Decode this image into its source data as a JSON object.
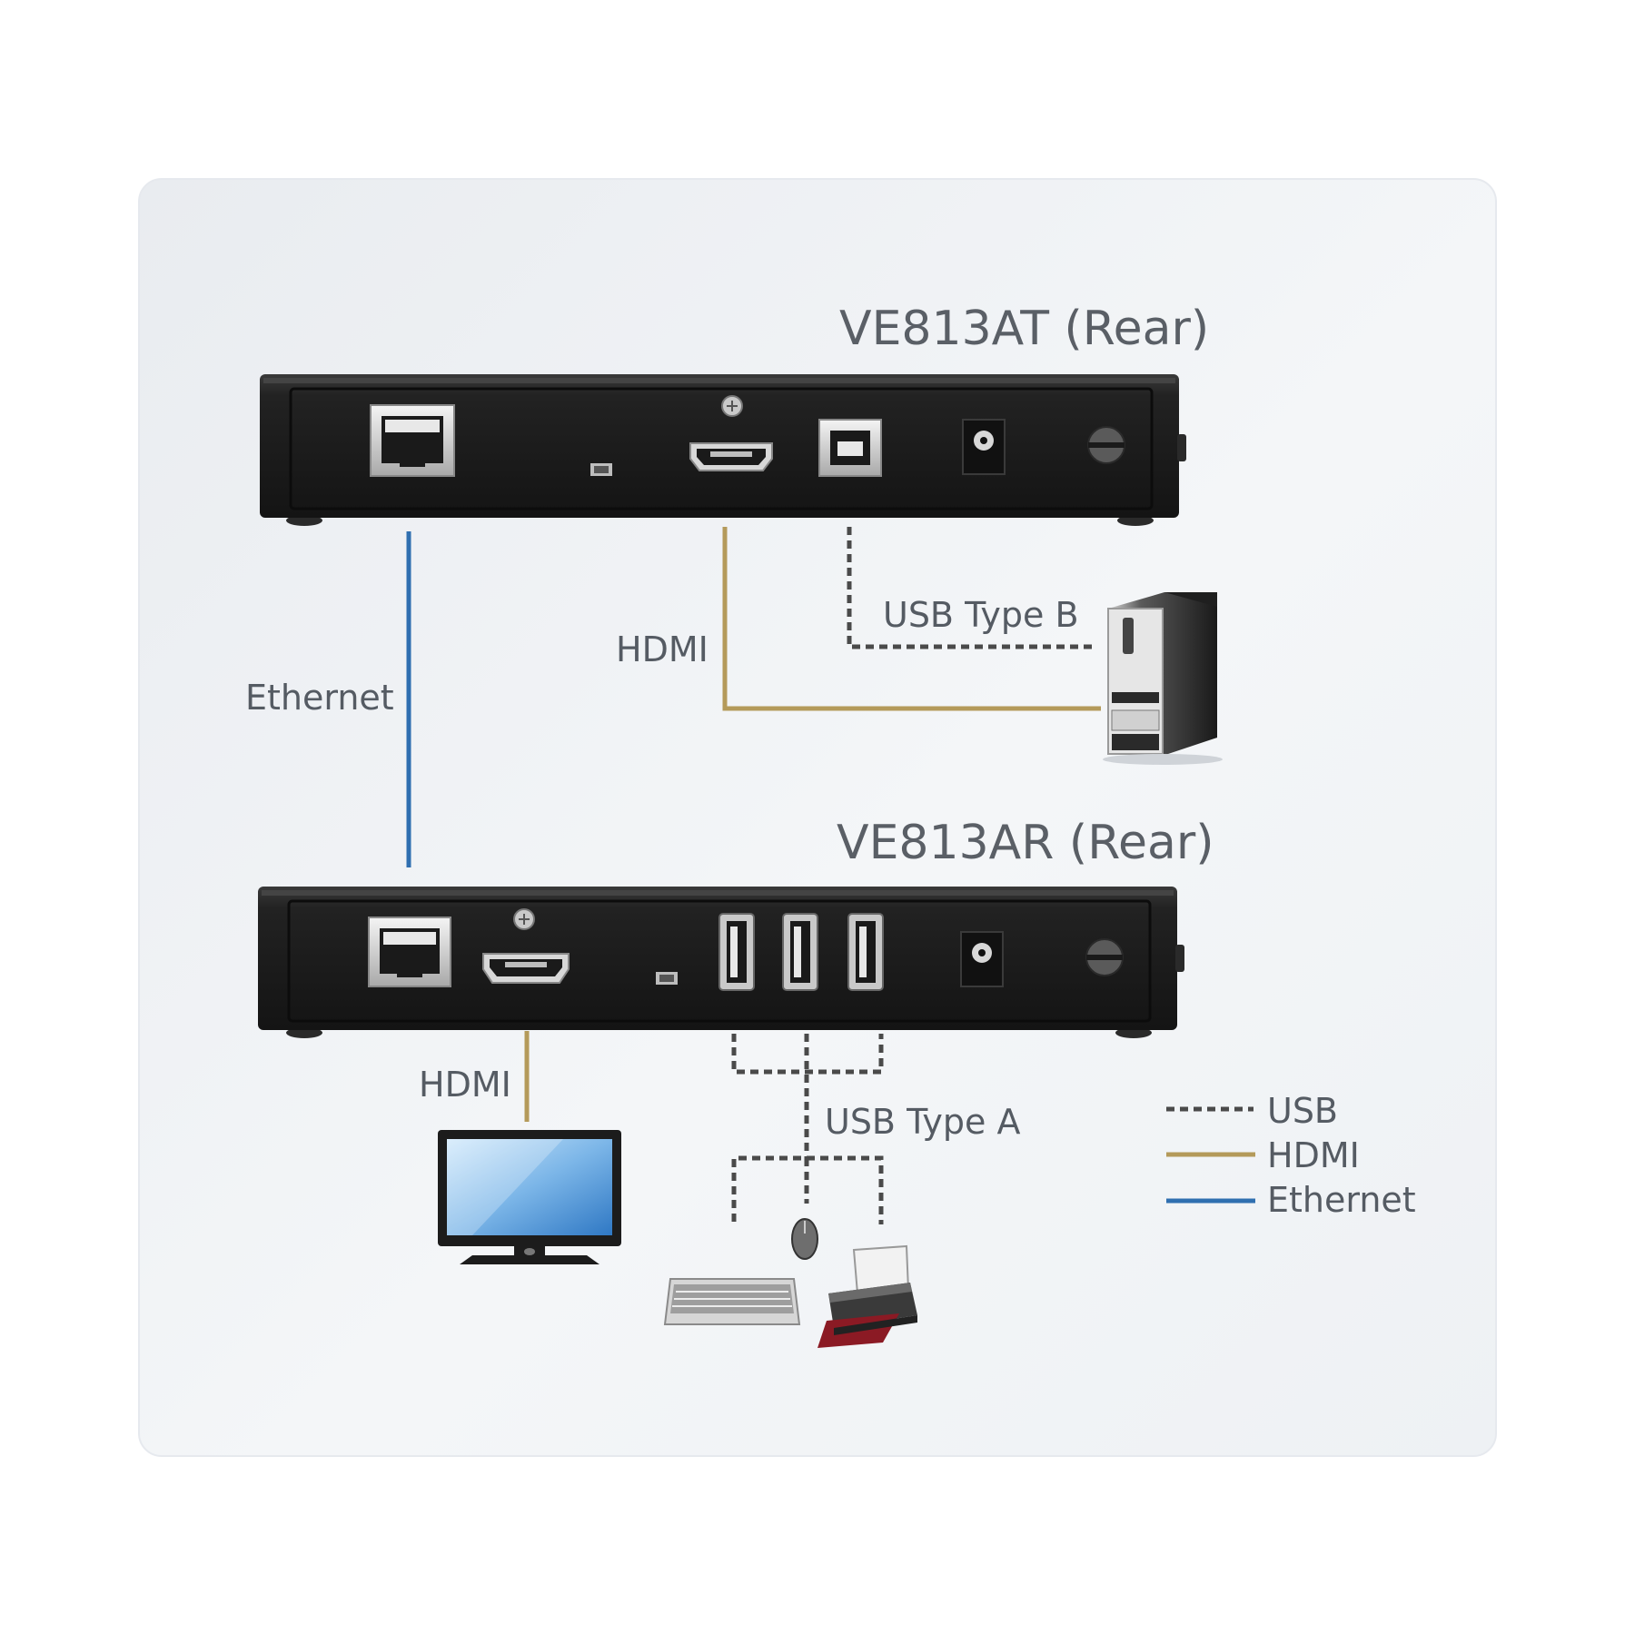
{
  "diagram": {
    "transmitter_title": "VE813AT (Rear)",
    "receiver_title": "VE813AR (Rear)",
    "labels": {
      "ethernet": "Ethernet",
      "hdmi_top": "HDMI",
      "usb_type_b": "USB Type B",
      "hdmi_bottom": "HDMI",
      "usb_type_a": "USB Type A"
    },
    "legend": [
      {
        "label": "USB",
        "style": "dashed",
        "color": "#4a4a4a"
      },
      {
        "label": "HDMI",
        "style": "solid",
        "color": "#b49a5a"
      },
      {
        "label": "Ethernet",
        "style": "solid",
        "color": "#2f6fb0"
      }
    ],
    "colors": {
      "ethernet": "#2f6fb0",
      "hdmi": "#b49a5a",
      "usb": "#4a4a4a",
      "device_body": "#1d1d1d"
    },
    "icons": [
      "rj45-port-icon",
      "hdmi-port-icon",
      "usb-b-port-icon",
      "usb-a-port-icon",
      "power-jack-icon",
      "computer-tower-icon",
      "monitor-icon",
      "keyboard-icon",
      "mouse-icon",
      "printer-icon"
    ]
  }
}
